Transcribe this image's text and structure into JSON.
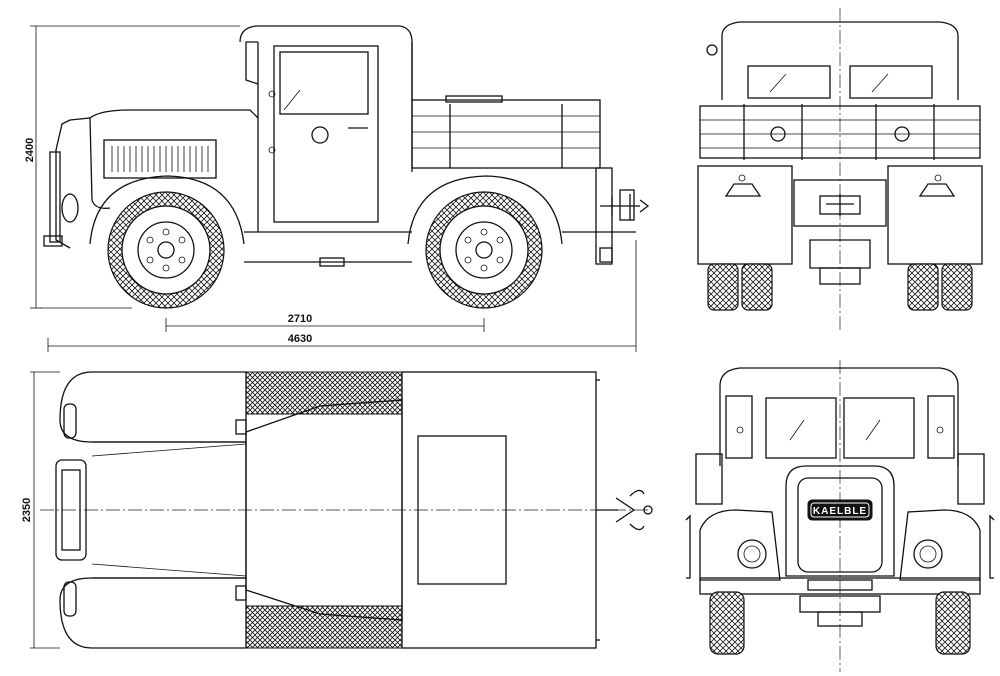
{
  "drawing": {
    "brand_badge": "KAELBLE",
    "dimensions": {
      "height": "2400",
      "wheelbase": "2710",
      "length": "4630",
      "width": "2350"
    },
    "views": [
      "side-view",
      "rear-view",
      "top-view",
      "front-view"
    ],
    "colors": {
      "ink": "#111111",
      "paper": "#ffffff"
    }
  }
}
